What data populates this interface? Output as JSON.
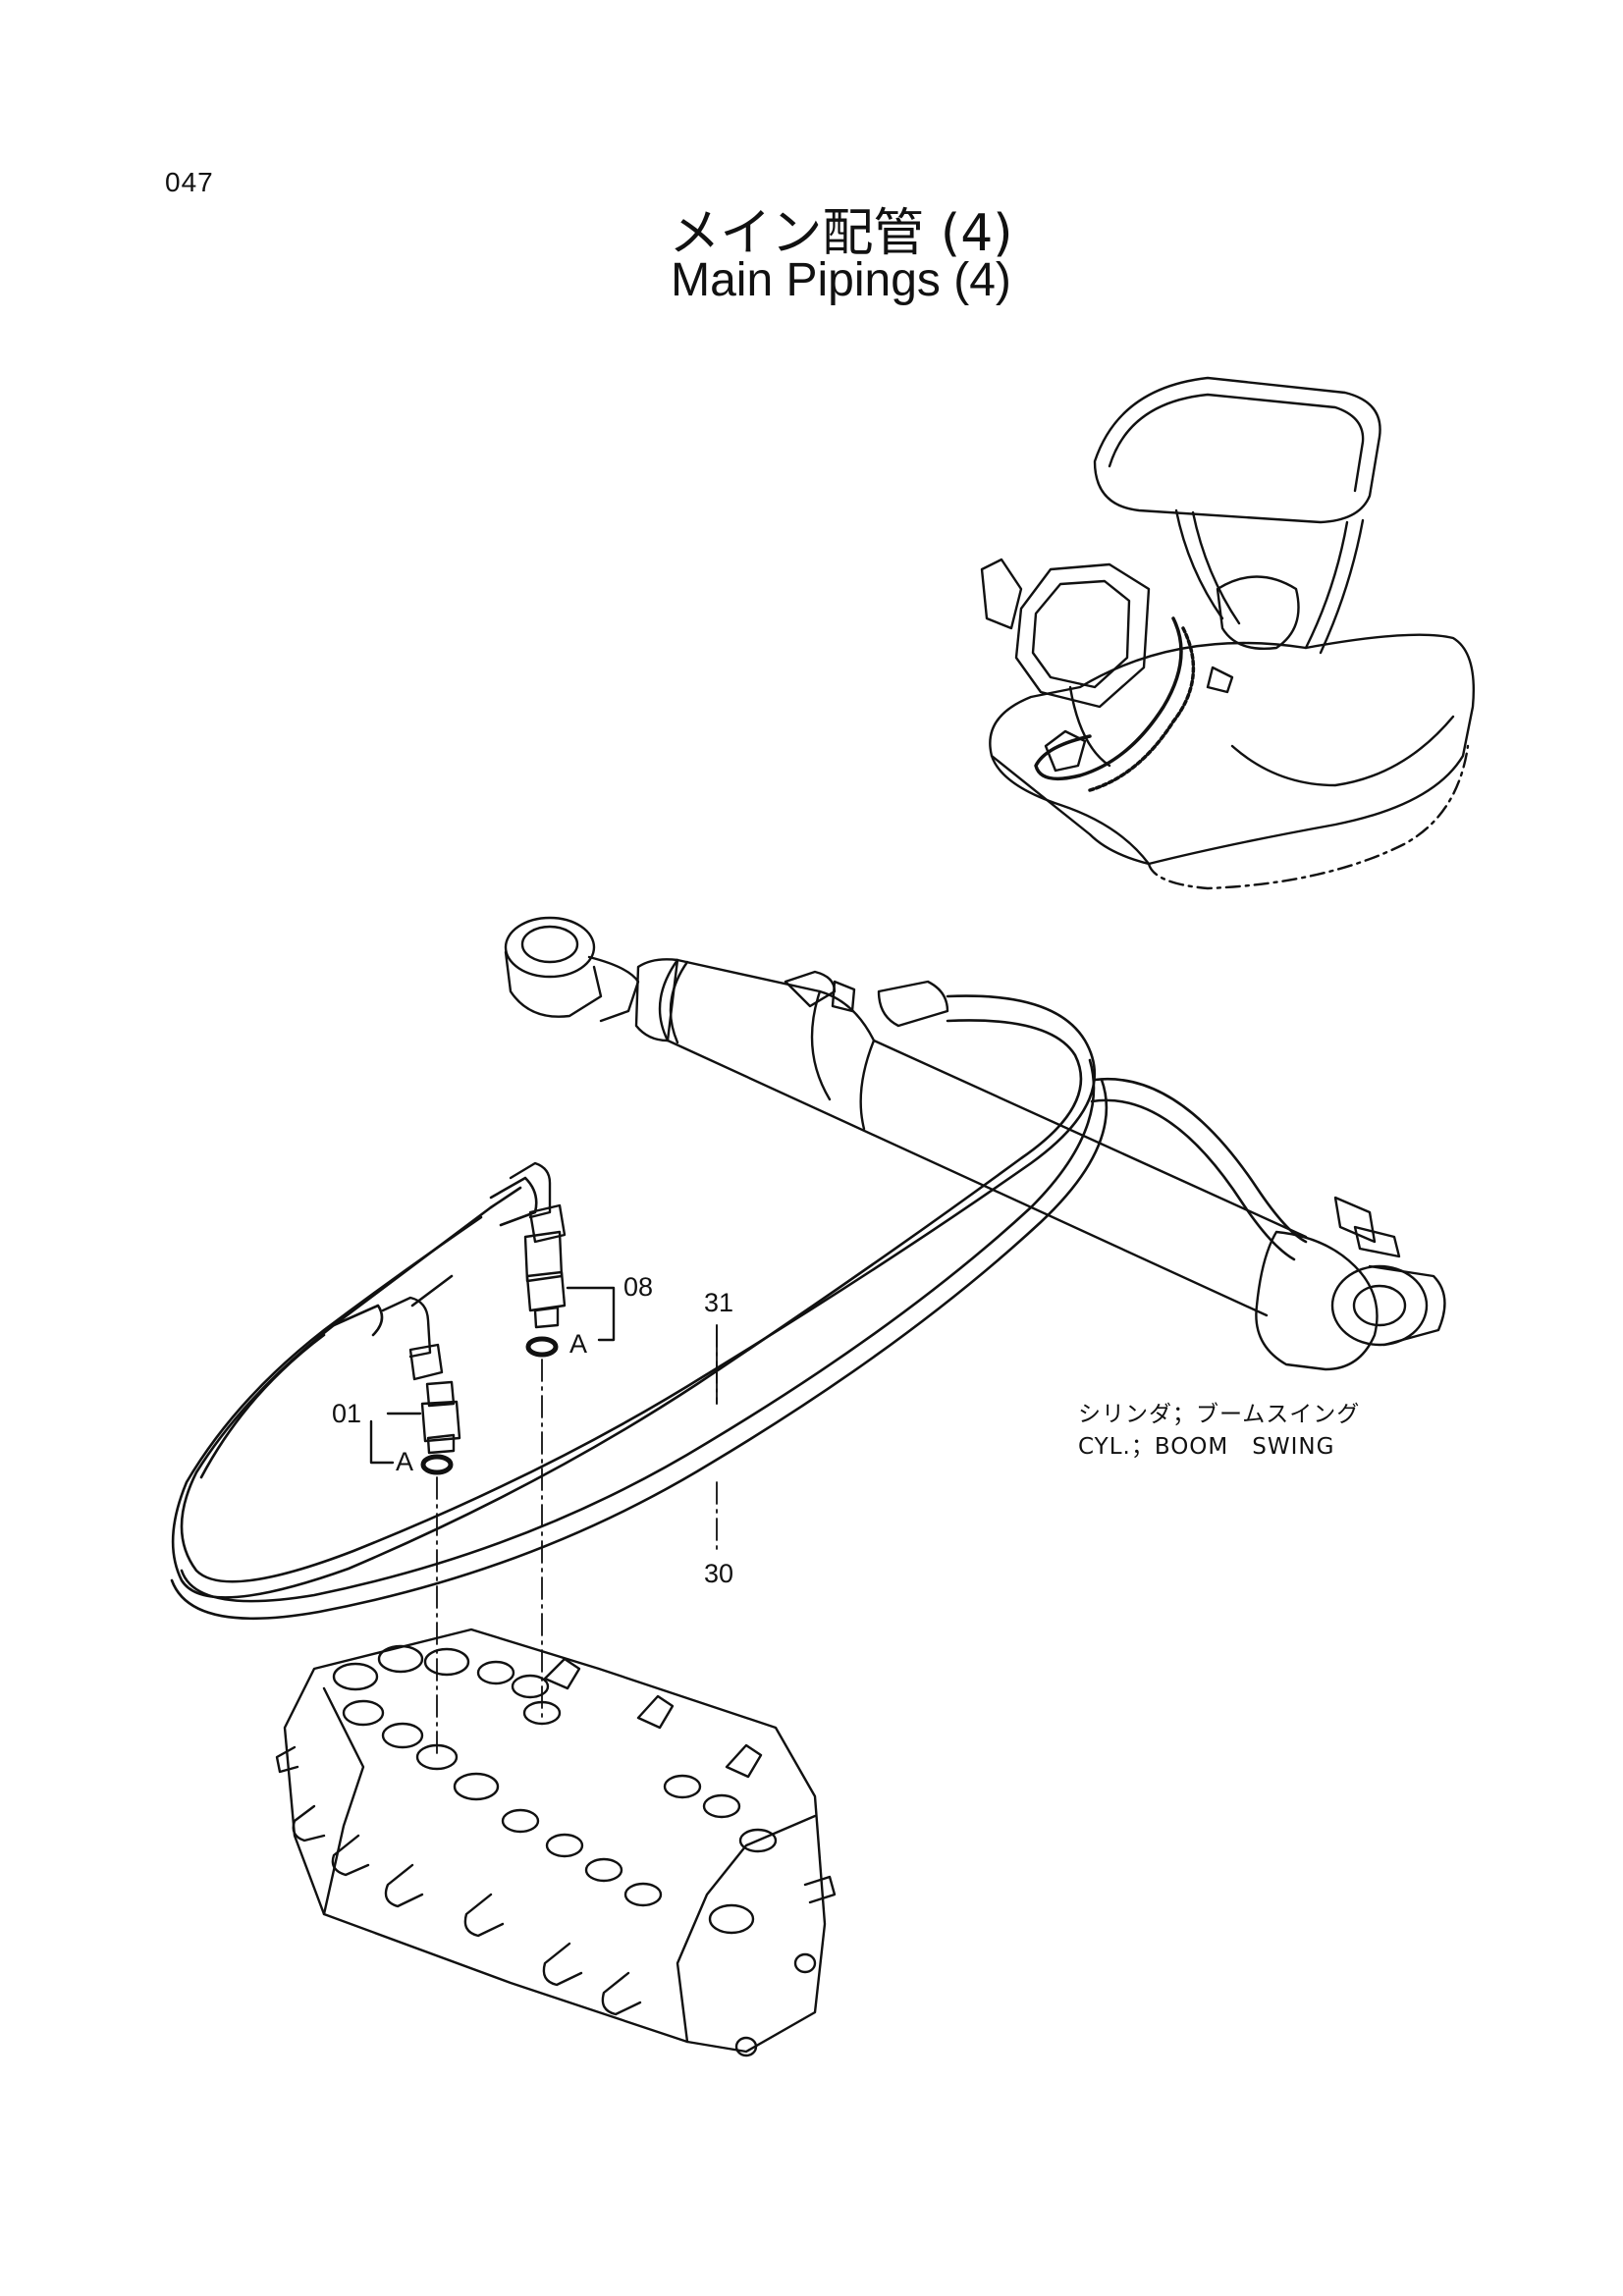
{
  "page_number": "047",
  "title": {
    "japanese": "メイン配管 (4)",
    "english": "Main Pipings (4)"
  },
  "callouts": {
    "part_01": "01",
    "part_08": "08",
    "part_30": "30",
    "part_31": "31",
    "ref_a_upper": "A",
    "ref_a_lower": "A"
  },
  "cylinder_caption": {
    "japanese": "シリンダ；ブームスイング",
    "english": "CYL.；BOOM　SWING"
  }
}
